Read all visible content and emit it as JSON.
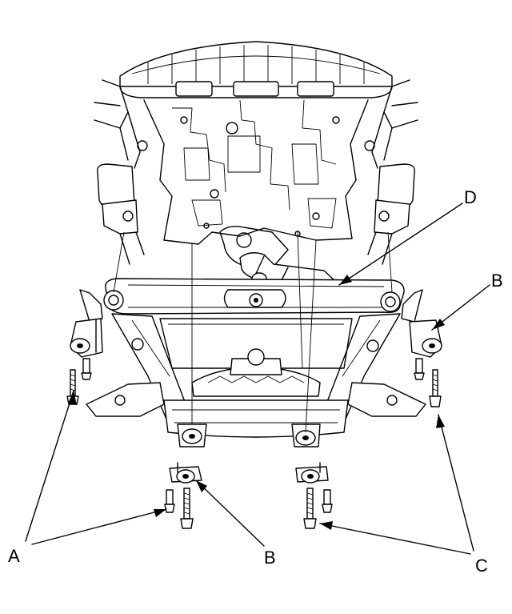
{
  "diagram": {
    "callouts": {
      "a": "A",
      "b_left": "B",
      "b_right": "B",
      "c": "C",
      "d": "D"
    }
  }
}
